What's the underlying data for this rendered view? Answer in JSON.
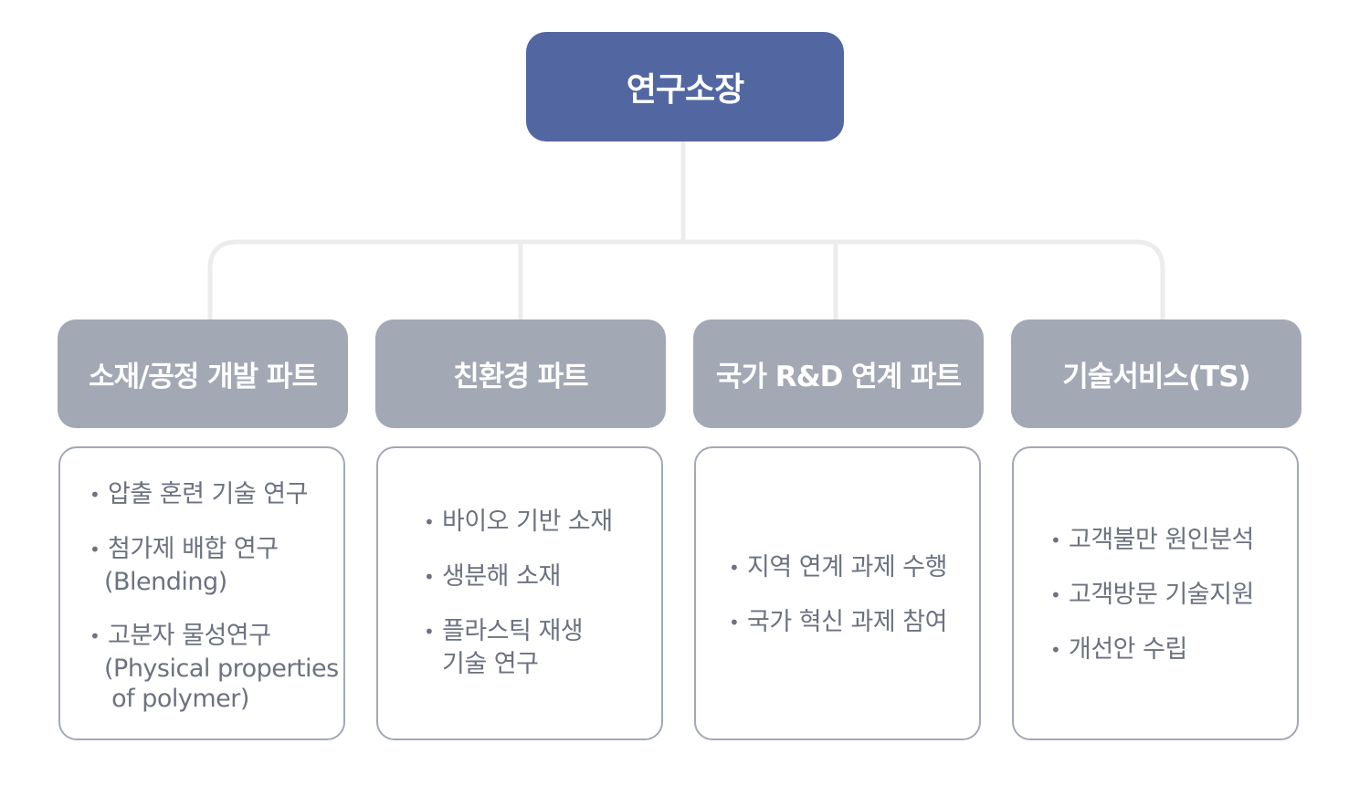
{
  "root": {
    "label": "연구소장"
  },
  "departments": [
    {
      "title": "소재/공정 개발 파트",
      "items": [
        {
          "main": "압출 혼련 기술 연구",
          "sub": ""
        },
        {
          "main": "첨가제 배합 연구",
          "sub": "(Blending)"
        },
        {
          "main": "고분자 물성연구",
          "sub": "(Physical properties\n of polymer)"
        }
      ]
    },
    {
      "title": "친환경 파트",
      "items": [
        {
          "main": "바이오 기반 소재",
          "sub": ""
        },
        {
          "main": "생분해 소재",
          "sub": ""
        },
        {
          "main": "플라스틱 재생",
          "sub": "기술 연구"
        }
      ]
    },
    {
      "title": "국가 R&D 연계 파트",
      "items": [
        {
          "main": "지역 연계 과제 수행",
          "sub": ""
        },
        {
          "main": "국가 혁신 과제 참여",
          "sub": ""
        }
      ]
    },
    {
      "title": "기술서비스(TS)",
      "items": [
        {
          "main": "고객불만 원인분석",
          "sub": ""
        },
        {
          "main": "고객방문 기술지원",
          "sub": ""
        },
        {
          "main": "개선안 수립",
          "sub": ""
        }
      ]
    }
  ],
  "bullet_symbol": "•",
  "colors": {
    "root_bg": "#5267a1",
    "header_bg": "#a3a8b5",
    "connector": "#ececec",
    "item_text": "#6d7280"
  }
}
